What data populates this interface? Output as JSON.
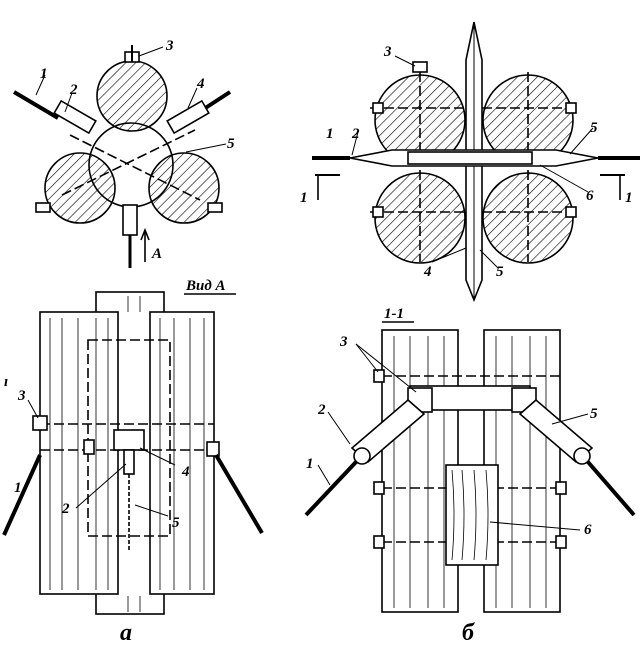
{
  "figure": {
    "panel_a": {
      "caption": "а",
      "view_title": "Вид А",
      "arrow_label": "A",
      "callouts": [
        "1",
        "2",
        "3",
        "4",
        "5"
      ],
      "callouts_lower": [
        "3",
        "1",
        "2",
        "4",
        "5"
      ],
      "tick_mark": "ı"
    },
    "panel_b": {
      "caption": "б",
      "section_title": "1-1",
      "section_marks": [
        "1",
        "1"
      ],
      "callouts": [
        "3",
        "1",
        "2",
        "5",
        "6",
        "4",
        "5"
      ],
      "callouts_lower": [
        "3",
        "2",
        "1",
        "5",
        "6"
      ]
    }
  }
}
